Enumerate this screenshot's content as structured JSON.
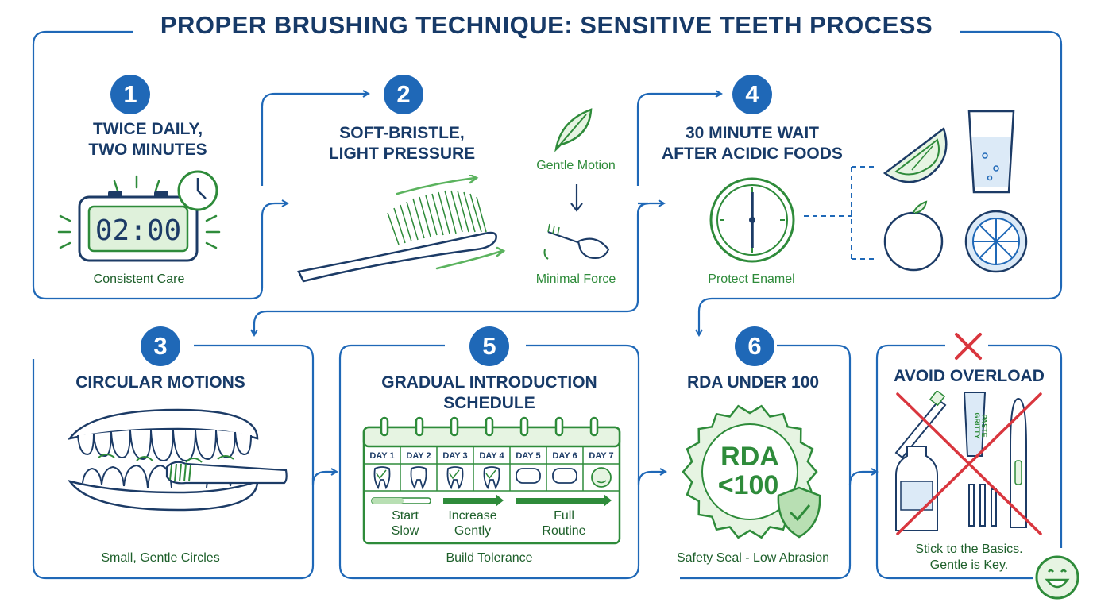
{
  "title": "PROPER BRUSHING TECHNIQUE: SENSITIVE TEETH PROCESS",
  "colors": {
    "navy": "#173a68",
    "blue": "#1f68b7",
    "green": "#2e8b3a",
    "light_green": "#e6f4e2",
    "red": "#d9363e"
  },
  "steps": [
    {
      "number": "1",
      "heading_line1": "TWICE DAILY,",
      "heading_line2": "TWO MINUTES",
      "timer": "02:00",
      "caption": "Consistent Care",
      "icon": "alarm-clock-icon"
    },
    {
      "number": "2",
      "heading_line1": "SOFT-BRISTLE,",
      "heading_line2": "LIGHT PRESSURE",
      "label_motion": "Gentle Motion",
      "label_force": "Minimal Force",
      "icon": "toothbrush-icon"
    },
    {
      "number": "4",
      "heading_line1": "30 MINUTE WAIT",
      "heading_line2": "AFTER ACIDIC FOODS",
      "caption": "Protect Enamel",
      "icon": "clock-icon"
    },
    {
      "number": "3",
      "heading": "CIRCULAR MOTIONS",
      "caption": "Small, Gentle Circles",
      "icon": "teeth-icon"
    },
    {
      "number": "5",
      "heading_line1": "GRADUAL INTRODUCTION",
      "heading_line2": "SCHEDULE",
      "caption": "Build Tolerance",
      "icon": "calendar-icon",
      "days": [
        "DAY 1",
        "DAY 2",
        "DAY 3",
        "DAY 4",
        "DAY 5",
        "DAY 6",
        "DAY 7"
      ],
      "phases": [
        {
          "line1": "Start",
          "line2": "Slow"
        },
        {
          "line1": "Increase",
          "line2": "Gently"
        },
        {
          "line1": "Full",
          "line2": "Routine"
        }
      ]
    },
    {
      "number": "6",
      "heading": "RDA UNDER 100",
      "seal_line1": "RDA",
      "seal_line2": "<100",
      "caption": "Safety Seal - Low Abrasion",
      "icon": "seal-icon"
    },
    {
      "heading": "AVOID OVERLOAD",
      "caption_line1": "Stick to the Basics.",
      "caption_line2": "Gentle is Key.",
      "paste_label_line1": "GRITTY",
      "paste_label_line2": "PASTE",
      "icon": "cross-icon"
    }
  ]
}
